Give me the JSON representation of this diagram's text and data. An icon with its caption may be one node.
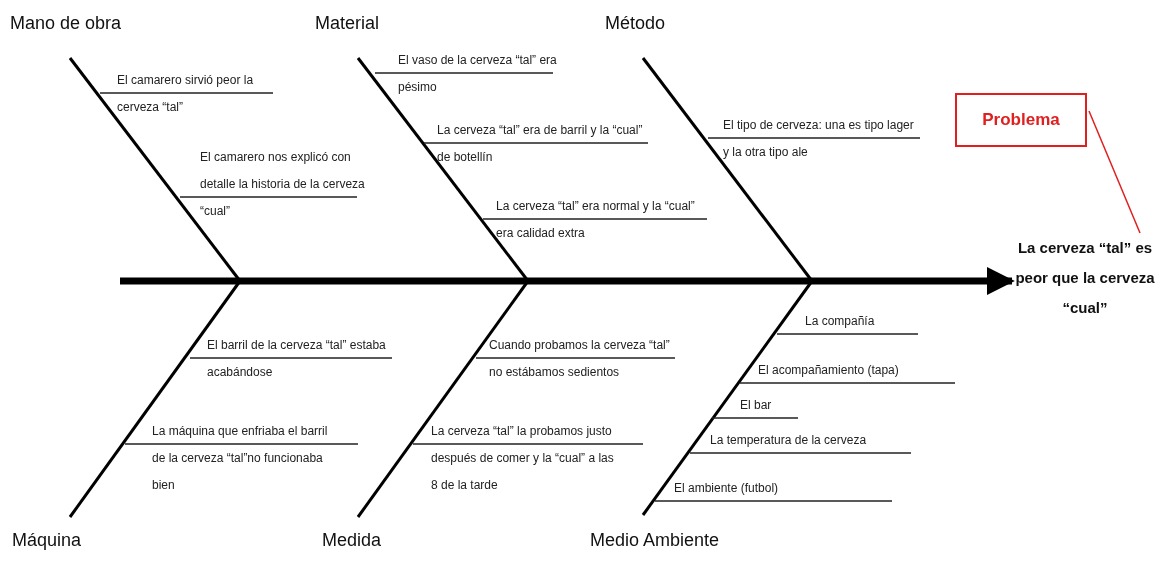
{
  "diagram": {
    "nodes": [
      {
        "text": [
          "Mano de obra"
        ]
      },
      {
        "text": [
          "Material"
        ]
      },
      {
        "text": [
          "Método"
        ]
      },
      {
        "text": [
          "Máquina"
        ]
      },
      {
        "text": [
          "Medida"
        ]
      },
      {
        "text": [
          "Medio Ambiente"
        ]
      },
      {
        "text": [
          "Problema"
        ]
      },
      {
        "text": [
          "La cerveza “tal” es peor que la cerveza “cual”"
        ]
      }
    ],
    "edges": [
      {
        "from": null,
        "to": 7,
        "arrow": "to",
        "style": "thick"
      },
      {
        "from": 6,
        "to": 7,
        "arrow": "none",
        "color": "#e02020"
      }
    ],
    "labels": [
      "El camarero sirvió peor la cerveza “tal”",
      "El camarero nos explicó con detalle la historia de la cerveza “cual”",
      "El vaso de la cerveza “tal” era pésimo",
      "La cerveza “tal” era de barril y la “cual” de botellín",
      "La cerveza “tal” era normal y la “cual” era calidad extra",
      "El tipo de cerveza: una es tipo lager y la otra tipo ale",
      "El barril de la cerveza “tal” estaba acabándose",
      "La máquina que enfriaba el barril de la cerveza “tal”no funcionaba bien",
      "Cuando probamos la cerveza “tal” no estábamos sedientos",
      "La cerveza “tal” la probamos justo después de comer y la “cual” a las 8 de la tarde",
      "La compañía",
      "El acompañamiento (tapa)",
      "El bar",
      "La temperatura de la cerveza",
      "El ambiente (futbol)"
    ]
  }
}
